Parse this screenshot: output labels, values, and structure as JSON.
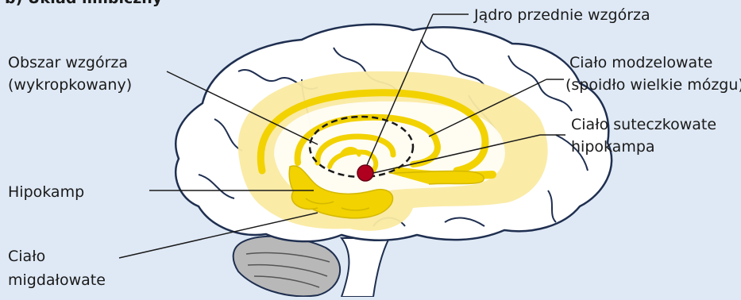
{
  "title": "b) Układ limbiczny",
  "labels": {
    "thalamus_nucleus": "Jądro przednie wzgórza",
    "thalamus_area_1": "Obszar wzgórza",
    "thalamus_area_2": "(wykropkowany)",
    "corpus_callosum_1": "Ciało modzelowate",
    "corpus_callosum_2": "(spoidło wielkie mózgu)",
    "mammillary_1": "Ciało suteczkowate",
    "mammillary_2": "hipokampa",
    "hippocampus": "Hipokamp",
    "amygdala_1": "Ciało",
    "amygdala_2": "migdałowate"
  },
  "colors": {
    "background": "#dfe9f5",
    "limbic": "#f2d200",
    "limbic_glow": "#faeaa2",
    "nucleus": "#b00020",
    "cerebellum": "#b8b8b8",
    "outline": "#1f2f50"
  }
}
